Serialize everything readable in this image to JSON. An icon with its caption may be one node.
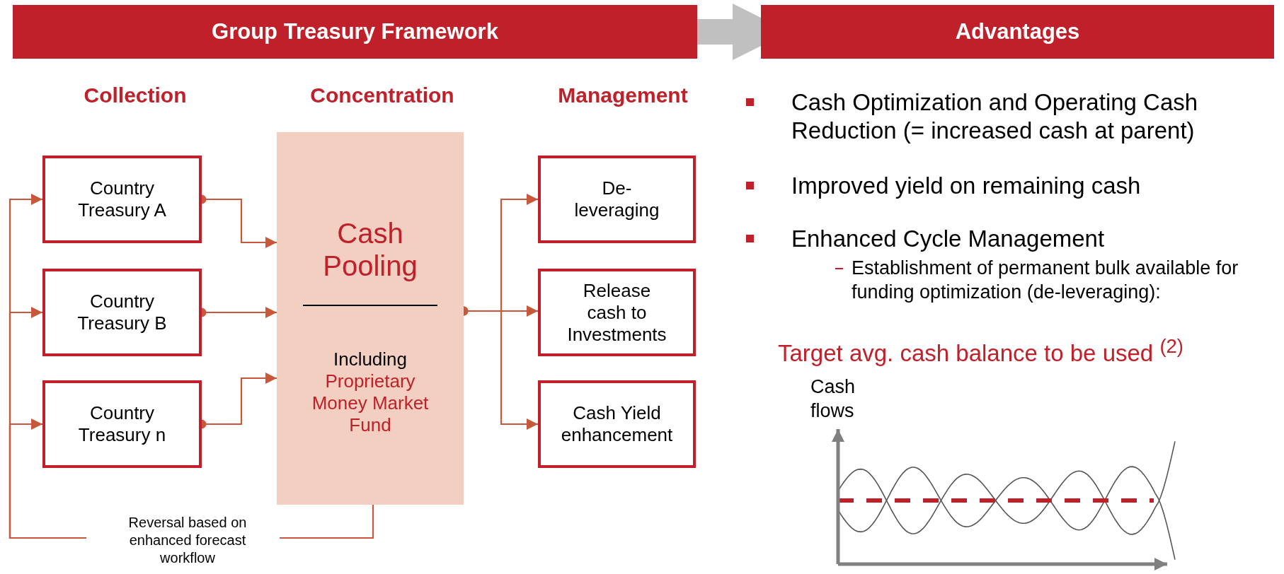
{
  "diagram": {
    "nodes": [
      {
        "text": [
          "Group Treasury Framework"
        ]
      },
      {
        "text": [
          "Advantages"
        ]
      },
      {
        "text": [
          "Country Treasury A"
        ]
      },
      {
        "text": [
          "Country Treasury B"
        ]
      },
      {
        "text": [
          "Country Treasury n"
        ]
      },
      {
        "text": [
          "Cash Pooling",
          "Including",
          "Proprietary Money Market Fund"
        ]
      },
      {
        "text": [
          "De-leveraging"
        ]
      },
      {
        "text": [
          "Release cash to Investments"
        ]
      },
      {
        "text": [
          "Cash Yield enhancement"
        ]
      },
      {
        "text": [
          "Reversal based on enhanced forecast workflow"
        ]
      }
    ],
    "edges": [
      {
        "from": 0,
        "to": 1,
        "arrow": "to",
        "style": "thick",
        "color": "#c0c0c0"
      },
      {
        "from": 2,
        "to": 5,
        "arrow": "to"
      },
      {
        "from": 3,
        "to": 5,
        "arrow": "to"
      },
      {
        "from": 4,
        "to": 5,
        "arrow": "to"
      },
      {
        "from": 5,
        "to": 6,
        "arrow": "to"
      },
      {
        "from": 5,
        "to": 7,
        "arrow": "to"
      },
      {
        "from": 5,
        "to": 8,
        "arrow": "to"
      },
      {
        "from": 5,
        "to": 9,
        "arrow": "other"
      },
      {
        "from": 9,
        "to": 2,
        "arrow": "to"
      },
      {
        "from": 9,
        "to": 3,
        "arrow": "to"
      },
      {
        "from": 9,
        "to": 4,
        "arrow": "to"
      }
    ],
    "labels": [
      "Collection",
      "Concentration",
      "Management",
      "Cash Optimization and Operating Cash Reduction (= increased cash at parent)",
      "Improved yield on remaining cash",
      "Enhanced Cycle Management",
      "Establishment of permanent bulk available for funding optimization (de-leveraging):",
      "Target avg. cash balance to be used $^{(2)}$",
      "Cash flows"
    ]
  }
}
